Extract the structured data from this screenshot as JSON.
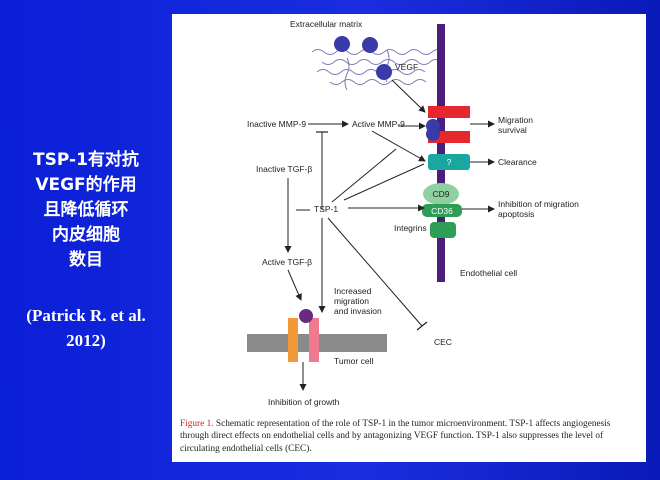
{
  "slide": {
    "left_lines": [
      "TSP-1有对抗",
      "VEGF的作用",
      "且降低循环",
      "内皮细胞",
      "数目"
    ],
    "citation_lines": [
      "(Patrick R. et al.",
      "2012)"
    ]
  },
  "diagram": {
    "labels": {
      "extracellular_matrix": "Extracellular matrix",
      "vegf": "VEGF",
      "inactive_mmp9": "Inactive MMP-9",
      "active_mmp9": "Active MMP-9",
      "migration_survival_1": "Migration",
      "migration_survival_2": "survival",
      "question_mark": "?",
      "clearance": "Clearance",
      "inactive_tgfb": "Inactive TGF-β",
      "cd9": "CD9",
      "cd36": "CD36",
      "inhibition_migration_1": "Inhibition of migration",
      "inhibition_migration_2": "apoptosis",
      "tsp1": "TSP-1",
      "integrins": "Integrins",
      "endothelial_cell": "Endothelial cell",
      "active_tgfb": "Active TGF-β",
      "increased_1": "Increased",
      "increased_2": "migration",
      "increased_3": "and invasion",
      "tumor_cell": "Tumor cell",
      "cec": "CEC",
      "inhibition_growth": "Inhibition of growth"
    },
    "caption": {
      "figure_label": "Figure 1.",
      "text": " Schematic representation of the role of TSP-1 in the tumor microenvironment. TSP-1 affects angiogenesis through direct effects on endothelial cells and by antagonizing VEGF function. TSP-1 also suppresses the level of circulating endothelial cells (CEC)."
    },
    "colors": {
      "receptor_red": "#e8262e",
      "teal_box": "#1aa7a0",
      "membrane_purple": "#4a1e7a",
      "vegf_blue": "#3a3aa8",
      "cd9_green": "#8fd0a0",
      "cd36_green": "#2e9e56",
      "tumor_orange": "#f29a3a",
      "tumor_pink": "#ef7a8e",
      "tumor_membrane_gray": "#8a8a8a"
    }
  }
}
